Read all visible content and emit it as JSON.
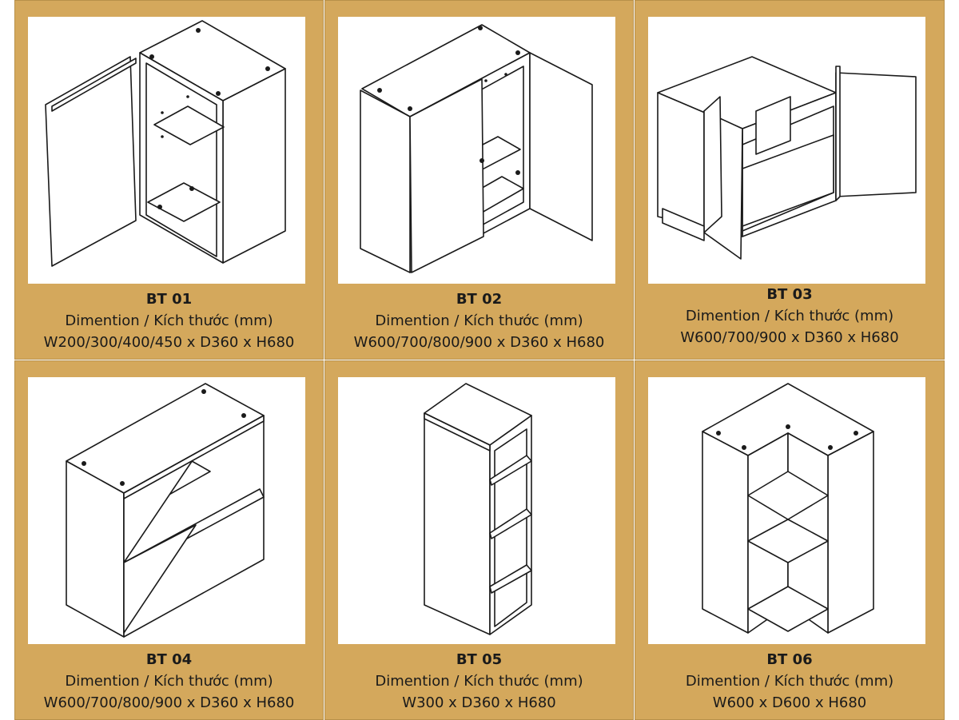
{
  "colors": {
    "panel": "#d4a85c",
    "frame": "#ffffff",
    "line": "#1a1a1a"
  },
  "cabinets": [
    {
      "code": "BT 01",
      "dimension_label": "Dimention / Kích thước (mm)",
      "size": "W200/300/400/450 x D360 x H680",
      "illustration": "single-door-wall-cabinet"
    },
    {
      "code": "BT 02",
      "dimension_label": "Dimention / Kích thước (mm)",
      "size": "W600/700/800/900 x D360 x H680",
      "illustration": "double-door-wall-cabinet"
    },
    {
      "code": "BT 03",
      "dimension_label": "Dimention / Kích thước (mm)",
      "size": "W600/700/900 x D360 x H680",
      "illustration": "double-door-base-cabinet"
    },
    {
      "code": "BT 04",
      "dimension_label": "Dimention / Kích thước (mm)",
      "size": "W600/700/800/900 x D360 x H680",
      "illustration": "two-flap-wall-cabinet"
    },
    {
      "code": "BT 05",
      "dimension_label": "Dimention / Kích thước (mm)",
      "size": "W300 x D360 x H680",
      "illustration": "open-shelf-cabinet"
    },
    {
      "code": "BT 06",
      "dimension_label": "Dimention / Kích thước (mm)",
      "size": "W600 x D600 x H680",
      "illustration": "corner-cabinet"
    }
  ]
}
